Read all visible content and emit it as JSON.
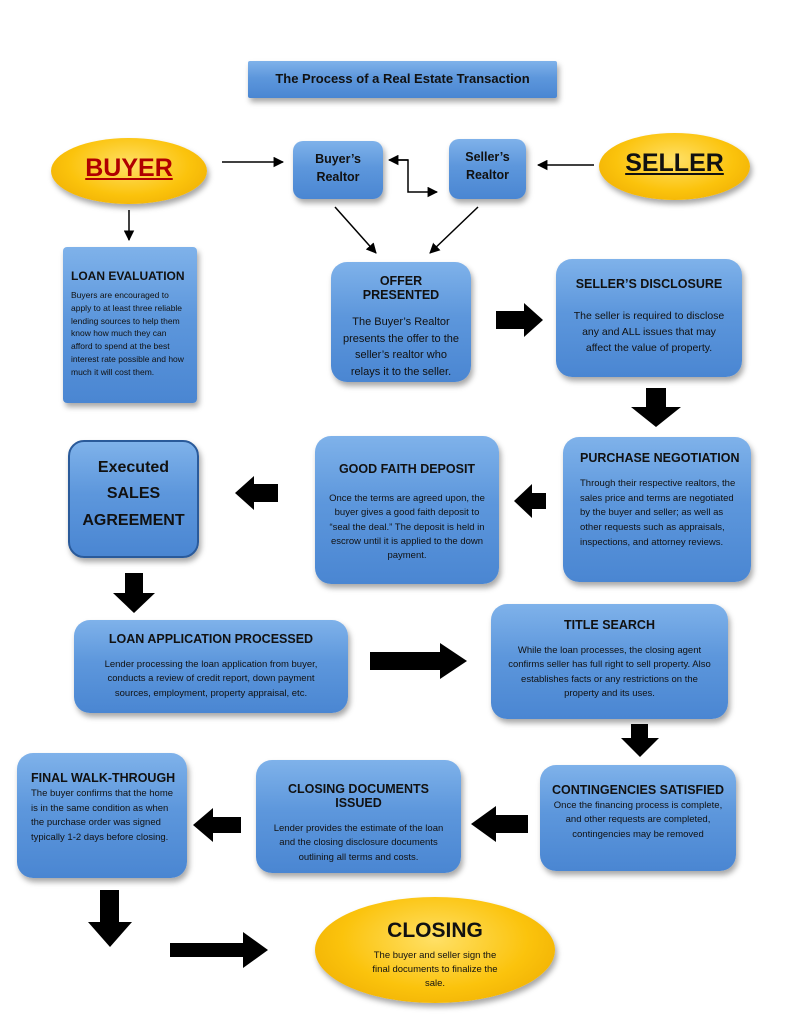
{
  "title": "The Process of a Real Estate Transaction",
  "buyer": "BUYER",
  "seller": "SELLER",
  "buyers_realtor": "Buyer’s Realtor",
  "sellers_realtor": "Seller’s Realtor",
  "loan_evaluation": {
    "title": "LOAN EVALUATION",
    "body": "Buyers are encouraged to apply to at least three reliable lending sources to help them know how much they can afford to spend at the best interest rate possible and how much it will cost them."
  },
  "offer_presented": {
    "title": "OFFER PRESENTED",
    "body": "The Buyer’s Realtor presents the offer to the seller’s realtor who relays it to the seller."
  },
  "sellers_disclosure": {
    "title": "SELLER’S DISCLOSURE",
    "body": "The seller is required to disclose any and ALL issues that may affect the value of property."
  },
  "executed_sales_agreement": {
    "line1": "Executed",
    "line2": "SALES",
    "line3": "AGREEMENT"
  },
  "good_faith_deposit": {
    "title": "GOOD FAITH DEPOSIT",
    "body": "Once the terms are agreed upon, the buyer gives a good faith deposit to “seal the deal.” The deposit is held in escrow until it is applied to the down payment."
  },
  "purchase_negotiation": {
    "title": "PURCHASE NEGOTIATION",
    "body": "Through their respective realtors, the sales price and terms are negotiated by the buyer and seller; as well as other requests such as appraisals, inspections, and attorney reviews."
  },
  "loan_application": {
    "title": "LOAN APPLICATION PROCESSED",
    "body": "Lender processing the loan application from buyer, conducts a review of credit report, down payment sources, employment, property appraisal, etc."
  },
  "title_search": {
    "title": "TITLE SEARCH",
    "body": "While the loan processes, the closing agent confirms seller has full right to sell property. Also establishes facts or any restrictions on the property and its uses."
  },
  "final_walkthrough": {
    "title": "FINAL WALK-THROUGH",
    "body": "The buyer confirms that the home is in the same condition as when the purchase order was signed typically 1-2 days before closing."
  },
  "closing_documents": {
    "title": "CLOSING DOCUMENTS ISSUED",
    "body": "Lender provides the estimate of the loan and the closing disclosure documents outlining all terms and costs."
  },
  "contingencies": {
    "title": "CONTINGENCIES SATISFIED",
    "body": "Once the financing process is complete, and other requests are completed, contingencies may be removed"
  },
  "closing": {
    "title": "CLOSING",
    "body": "The buyer and seller sign the final documents to finalize the sale."
  },
  "colors": {
    "box_blue": "#5d97dc",
    "oval_yellow": "#fbc30c",
    "arrow": "#000000",
    "link_text_red": "#c00000"
  }
}
